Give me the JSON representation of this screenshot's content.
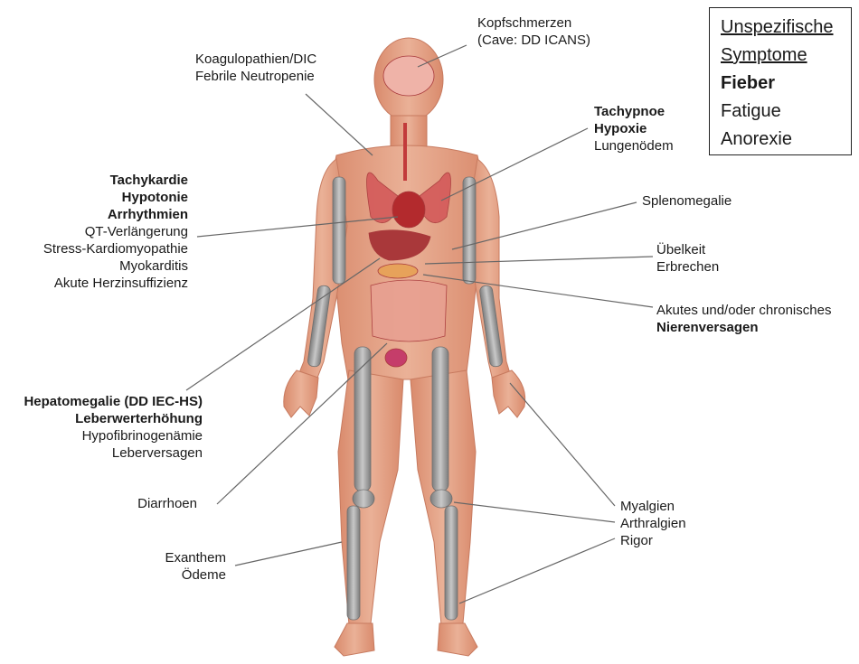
{
  "box": {
    "title_line1": "Unspezifische",
    "title_line2": "Symptome",
    "item_bold": "Fieber",
    "item2": "Fatigue",
    "item3": "Anorexie"
  },
  "labels": {
    "headache": [
      "Kopfschmerzen",
      "(Cave: DD ICANS)"
    ],
    "coag": [
      "Koagulopathien/DIC",
      "Febrile Neutropenie"
    ],
    "lung": {
      "bold": [
        "Tachypnoe",
        "Hypoxie"
      ],
      "normal": [
        "Lungenödem"
      ]
    },
    "cardio": {
      "bold": [
        "Tachykardie",
        "Hypotonie",
        "Arrhythmien"
      ],
      "normal": [
        "QT-Verlängerung",
        "Stress-Kardiomyopathie",
        "Myokarditis",
        "Akute Herzinsuffizienz"
      ]
    },
    "spleen": [
      "Splenomegalie"
    ],
    "gi": [
      "Übelkeit",
      "Erbrechen"
    ],
    "kidney": {
      "normal": [
        "Akutes und/oder chronisches"
      ],
      "bold": [
        "Nierenversagen"
      ]
    },
    "liver": {
      "bold": [
        "Hepatomegalie (DD IEC-HS)",
        "Leberwerterhöhung"
      ],
      "normal": [
        "Hypofibrinogenämie",
        "Leberversagen"
      ]
    },
    "diarrhea": [
      "Diarrhoen"
    ],
    "muscle": [
      "Myalgien",
      "Arthralgien",
      "Rigor"
    ],
    "skin": [
      "Exanthem",
      "Ödeme"
    ]
  },
  "colors": {
    "skin": "#e8a487",
    "muscle": "#d77a63",
    "bone": "#9a9a9a",
    "organ": "#c8474a",
    "line": "#666666"
  }
}
